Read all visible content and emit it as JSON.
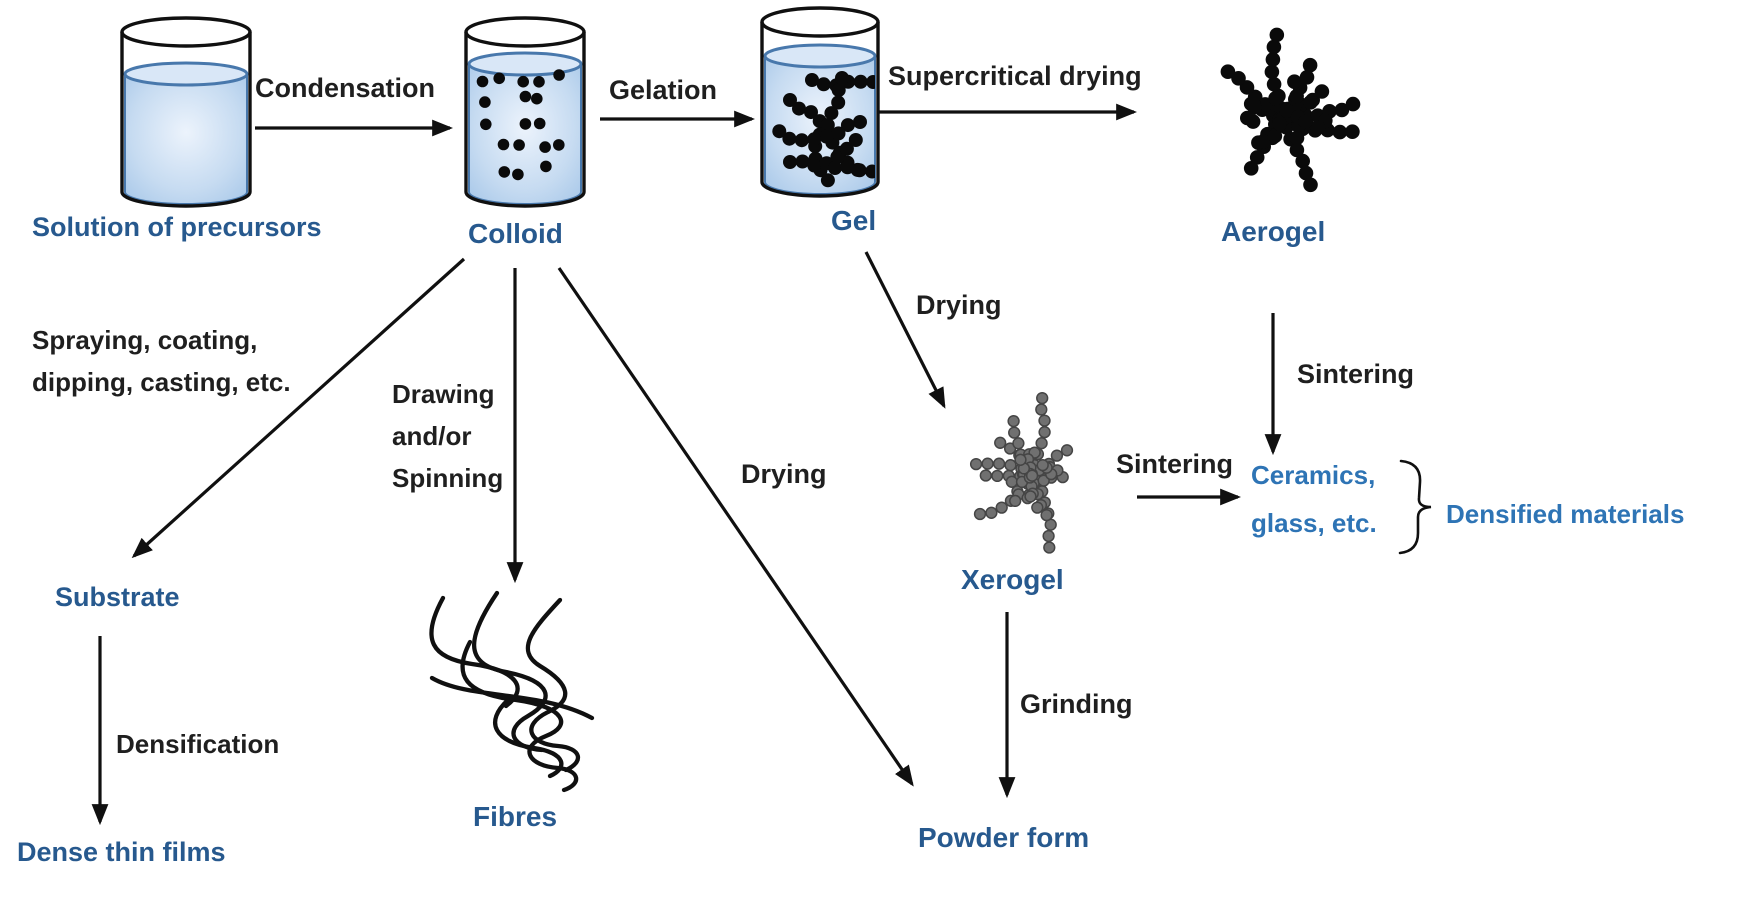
{
  "colors": {
    "node_blue": "#27598e",
    "accent_blue": "#2e74b5",
    "text_black": "#1f1f1f",
    "arrow": "#101010",
    "liquid_center": "#ecf3fc",
    "liquid_edge": "#a5c6e8",
    "rim_blue": "#4878ac",
    "xerogel_gray": "#707070"
  },
  "nodes": {
    "solution": {
      "label": "Solution of precursors"
    },
    "colloid": {
      "label": "Colloid"
    },
    "gel": {
      "label": "Gel"
    },
    "aerogel": {
      "label": "Aerogel"
    },
    "xerogel": {
      "label": "Xerogel"
    },
    "substrate": {
      "label": "Substrate"
    },
    "fibres": {
      "label": "Fibres"
    },
    "powder_form": {
      "label": "Powder form"
    },
    "dense_thin_films": {
      "label": "Dense thin films"
    },
    "ceramics": {
      "line1": "Ceramics,",
      "line2": "glass, etc."
    },
    "densified_materials": {
      "label": "Densified materials"
    }
  },
  "edges": {
    "condensation": {
      "label": "Condensation"
    },
    "gelation": {
      "label": "Gelation"
    },
    "supercritical_drying": {
      "label": "Supercritical drying"
    },
    "drying_gel_to_xerogel": {
      "label": "Drying"
    },
    "sintering_aerogel": {
      "label": "Sintering"
    },
    "sintering_xerogel": {
      "label": "Sintering"
    },
    "grinding": {
      "label": "Grinding"
    },
    "drying_colloid_to_powder": {
      "label": "Drying"
    },
    "densification": {
      "label": "Densification"
    },
    "spraying": {
      "line1": "Spraying, coating,",
      "line2": "dipping, casting, etc."
    },
    "drawing": {
      "line1": "Drawing",
      "line2": "and/or",
      "line3": "Spinning"
    }
  }
}
